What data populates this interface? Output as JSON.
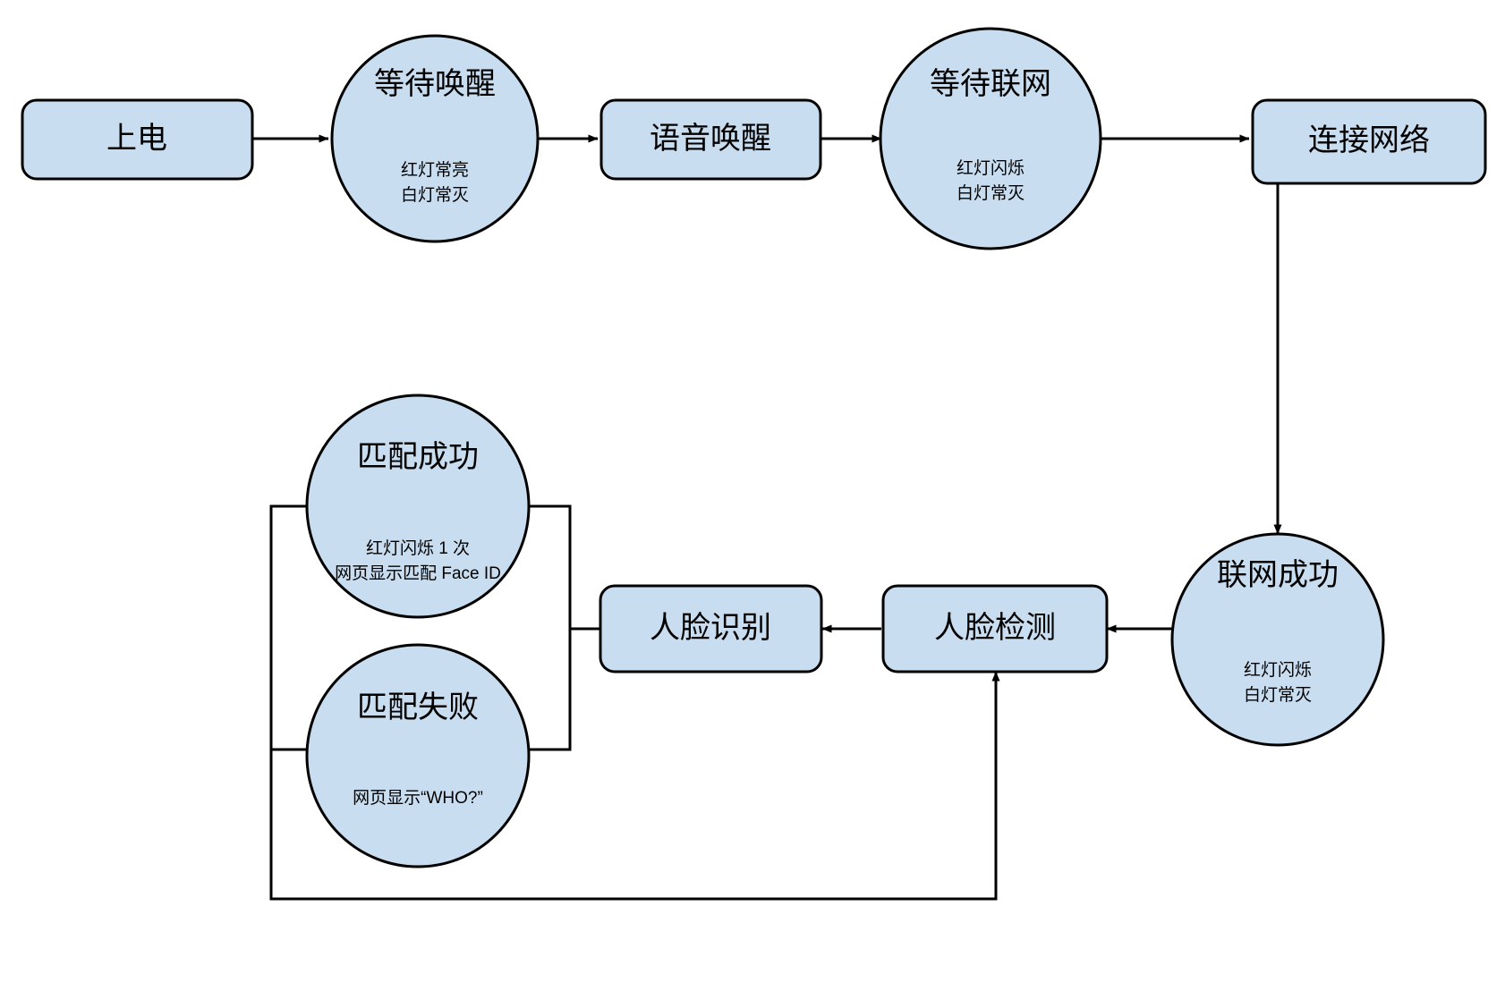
{
  "diagram": {
    "type": "flowchart",
    "title": "",
    "colors": {
      "node_fill": "#c9ddf0",
      "node_stroke": "#000000",
      "edge_stroke": "#000000",
      "background": "#ffffff"
    },
    "nodes": [
      {
        "id": "power_on",
        "shape": "rounded-rect",
        "label": "上电",
        "sub": []
      },
      {
        "id": "wait_wake",
        "shape": "circle",
        "label": "等待唤醒",
        "sub": [
          "红灯常亮",
          "白灯常灭"
        ]
      },
      {
        "id": "voice_wake",
        "shape": "rounded-rect",
        "label": "语音唤醒",
        "sub": []
      },
      {
        "id": "wait_network",
        "shape": "circle",
        "label": "等待联网",
        "sub": [
          "红灯闪烁",
          "白灯常灭"
        ]
      },
      {
        "id": "connect_network",
        "shape": "rounded-rect",
        "label": "连接网络",
        "sub": []
      },
      {
        "id": "network_ok",
        "shape": "circle",
        "label": "联网成功",
        "sub": [
          "红灯闪烁",
          "白灯常灭"
        ]
      },
      {
        "id": "face_detect",
        "shape": "rounded-rect",
        "label": "人脸检测",
        "sub": []
      },
      {
        "id": "face_recognize",
        "shape": "rounded-rect",
        "label": "人脸识别",
        "sub": []
      },
      {
        "id": "match_success",
        "shape": "circle",
        "label": "匹配成功",
        "sub": [
          "红灯闪烁 1 次",
          "网页显示匹配 Face ID"
        ]
      },
      {
        "id": "match_fail",
        "shape": "circle",
        "label": "匹配失败",
        "sub": [
          "网页显示“WHO?”"
        ]
      }
    ],
    "edges": [
      {
        "id": "e1",
        "from": "power_on",
        "to": "wait_wake",
        "arrow": true
      },
      {
        "id": "e2",
        "from": "wait_wake",
        "to": "voice_wake",
        "arrow": true
      },
      {
        "id": "e3",
        "from": "voice_wake",
        "to": "wait_network",
        "arrow": true
      },
      {
        "id": "e4",
        "from": "wait_network",
        "to": "connect_network",
        "arrow": true
      },
      {
        "id": "e5",
        "from": "connect_network",
        "to": "network_ok",
        "arrow": true
      },
      {
        "id": "e6",
        "from": "network_ok",
        "to": "face_detect",
        "arrow": true
      },
      {
        "id": "e7",
        "from": "face_detect",
        "to": "face_recognize",
        "arrow": true
      },
      {
        "id": "e8",
        "from": "face_recognize",
        "to": "match_success",
        "arrow": false
      },
      {
        "id": "e9",
        "from": "face_recognize",
        "to": "match_fail",
        "arrow": false
      },
      {
        "id": "e10",
        "from": "match_fail",
        "to": "face_detect",
        "arrow": true
      }
    ]
  }
}
